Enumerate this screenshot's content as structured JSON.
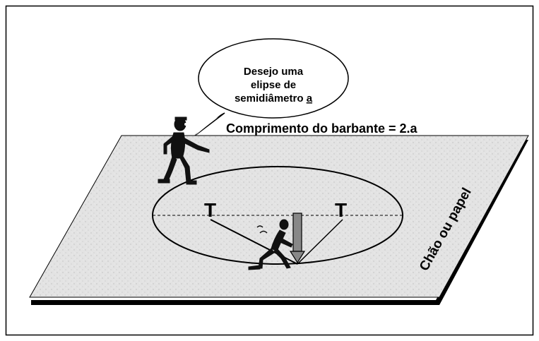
{
  "speech_bubble": {
    "line1": "Desejo uma",
    "line2": "elipse de",
    "line3_prefix": "semidiâmetro ",
    "line3_var": "a"
  },
  "string_length_label": "Comprimento do barbante = 2.a",
  "floor_label": "Chão ou papel",
  "left_tack_label": "T",
  "right_tack_label": "T"
}
